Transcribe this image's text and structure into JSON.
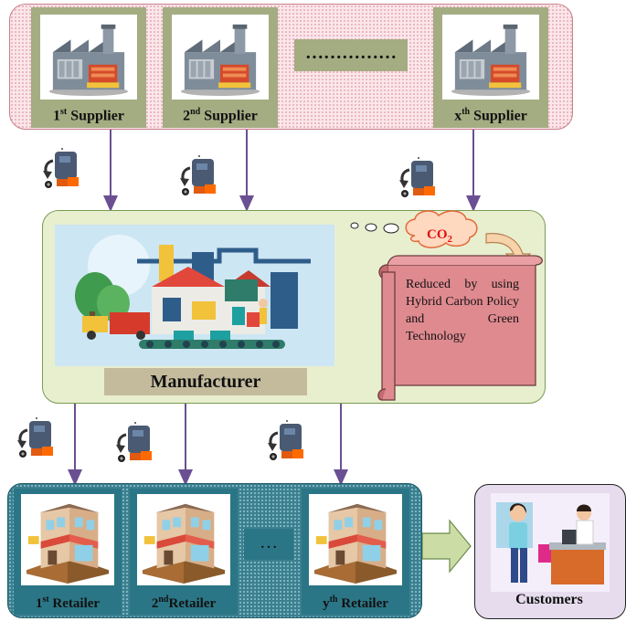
{
  "suppliers": [
    {
      "ordinal": "1",
      "suffix": "st",
      "label": "Supplier"
    },
    {
      "ordinal": "2",
      "suffix": "nd",
      "label": "Supplier"
    },
    {
      "ordinal": "x",
      "suffix": "th",
      "label": "Supplier"
    }
  ],
  "supplier_ellipsis": "……………",
  "manufacturer": {
    "label": "Manufacturer"
  },
  "emission": {
    "co2_main": "CO",
    "co2_sub": "2",
    "note": "Reduced by using Hybrid Carbon Policy and Green Technology"
  },
  "retailers": [
    {
      "ordinal": "1",
      "suffix": "st",
      "label": " Retailer"
    },
    {
      "ordinal": "2",
      "suffix": "nd",
      "label": "Retailer"
    },
    {
      "ordinal": "y",
      "suffix": "th",
      "label": " Retailer"
    }
  ],
  "retailer_ellipsis": "…",
  "customers": {
    "label": "Customers"
  },
  "colors": {
    "supplier_band": "#fbe6ea",
    "card_olive": "#a4ac82",
    "manufacturer_band": "#e8efcf",
    "retailer_band": "#3c8090",
    "arrow_purple": "#6b4f93",
    "co2_red": "#e01010",
    "scroll_pink": "#df8a8f",
    "customers_band": "#e6dcee"
  }
}
